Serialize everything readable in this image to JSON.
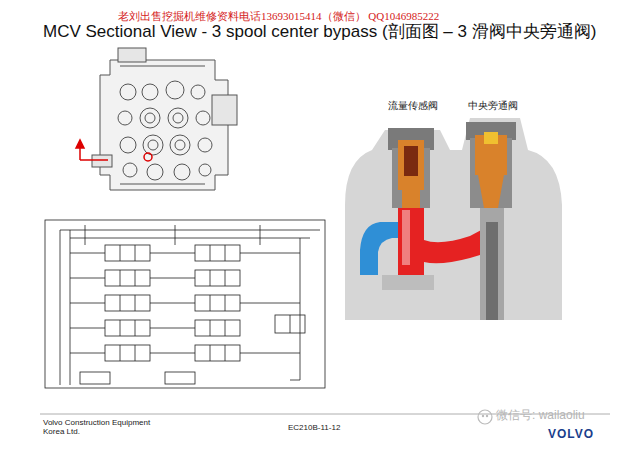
{
  "diagram": {
    "title": "MCV Sectional View - 3 spool center bypass (剖面图 – 3 滑阀中央旁通阀)",
    "labels": [
      "老刘出售挖掘机维修资料电话13693015414（微信） QQ1046985222",
      "流量传感阀",
      "中央旁通阀",
      "Volvo Construction Equipment Korea Ltd.",
      "EC210B-11-12",
      "微信号: wailaoliu",
      "VOLVO"
    ]
  }
}
